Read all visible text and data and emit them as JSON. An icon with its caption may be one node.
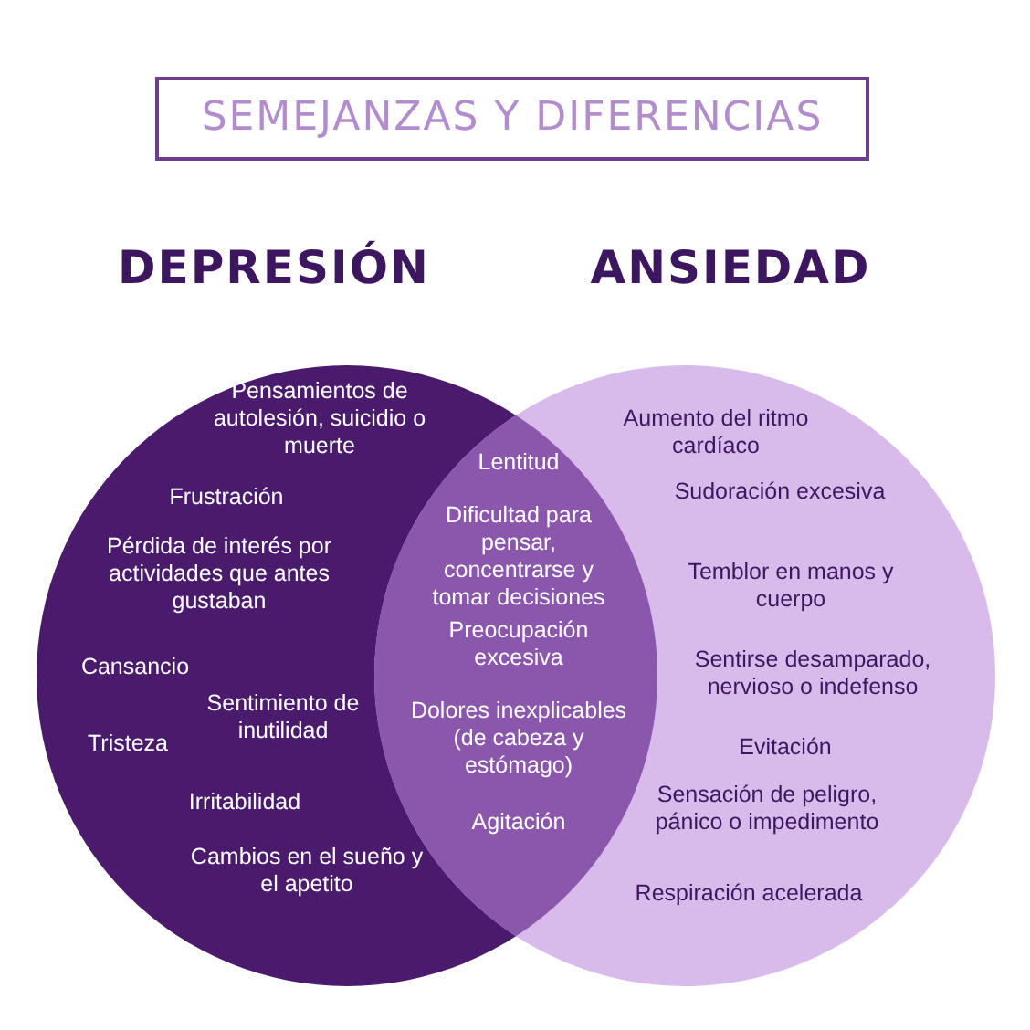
{
  "diagram": {
    "title": "SEMEJANZAS Y DIFERENCIAS",
    "nodes": [
      {
        "text": [
          "DEPRESIÓN",
          "Pensamientos de autolesión, suicidio o muerte",
          "Frustración",
          "Pérdida de interés por actividades que antes gustaban",
          "Cansancio",
          "Sentimiento de inutilidad",
          "Tristeza",
          "Irritabilidad",
          "Cambios en el sueño y el apetito"
        ]
      },
      {
        "text": [
          "ANSIEDAD",
          "Aumento del ritmo cardíaco",
          "Sudoración excesiva",
          "Temblor en manos y cuerpo",
          "Sentirse desamparado, nervioso o indefenso",
          "Evitación",
          "Sensación de peligro, pánico o impedimento",
          "Respiración acelerada"
        ]
      },
      {
        "text": [
          "Lentitud",
          "Dificultad para pensar, concentrarse y tomar decisiones",
          "Preocupación excesiva",
          "Dolores inexplicables (de cabeza y estómago)",
          "Agitación"
        ]
      }
    ]
  }
}
